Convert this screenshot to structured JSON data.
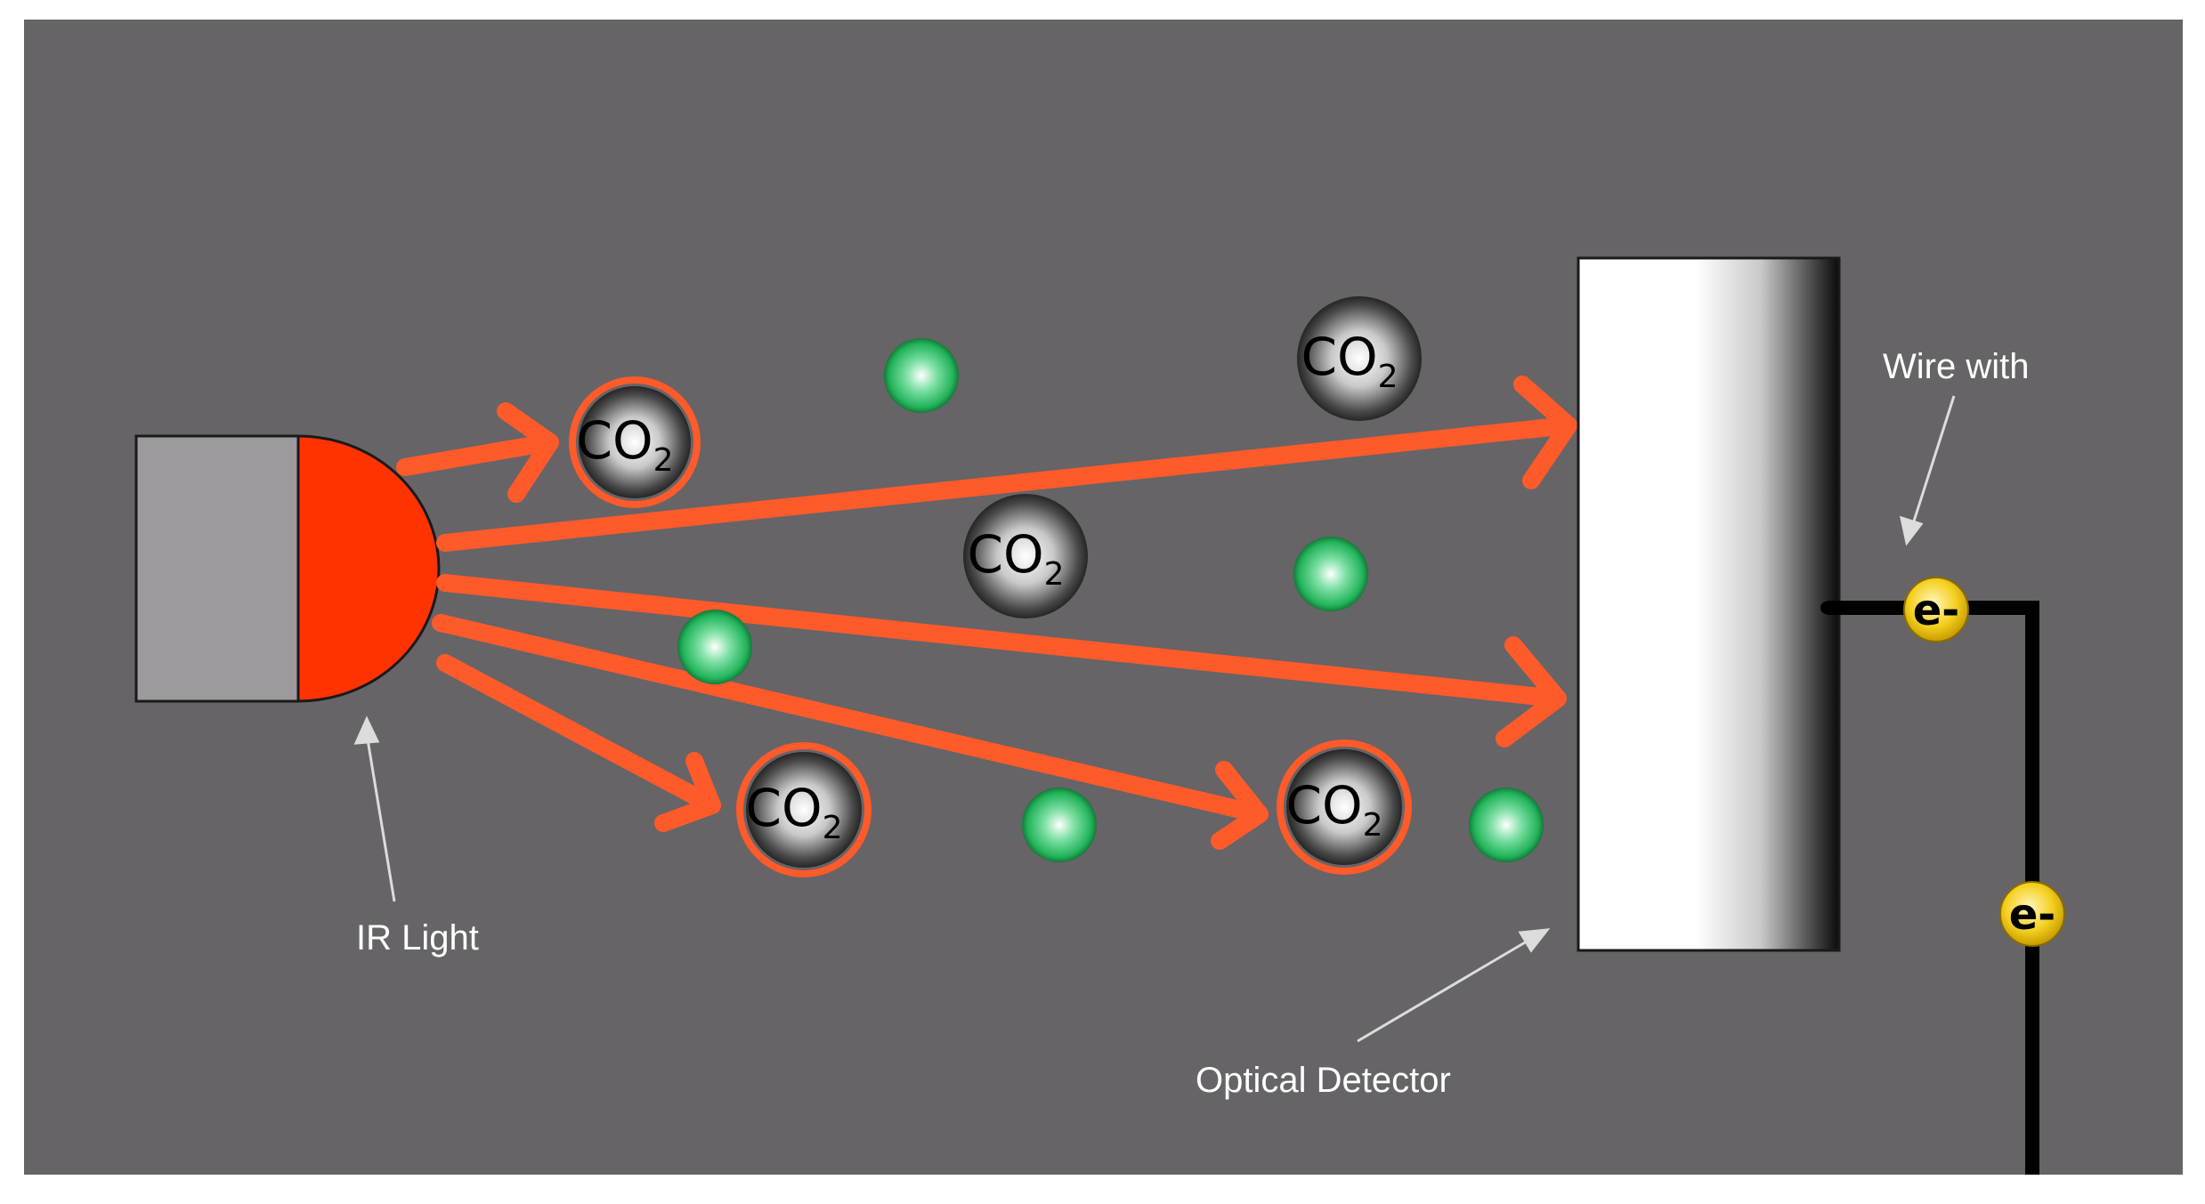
{
  "labels": {
    "ir_light": "IR Light",
    "optical_detector": "Optical Detector",
    "wire_with": "Wire with"
  },
  "molecules": {
    "co2_main": "CO",
    "co2_sub": "2"
  },
  "electron": "e-",
  "colors": {
    "background": "#666467",
    "ray": "#ff5a2a",
    "lamp_dome": "#ff3300",
    "lamp_base": "#9c9a9d",
    "green_molecule": "#22b45a",
    "electron": "#f5d020"
  }
}
